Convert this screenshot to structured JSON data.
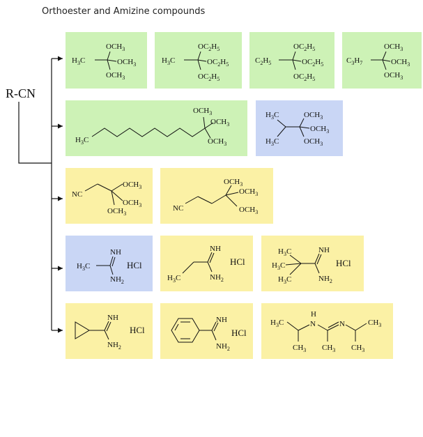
{
  "title": "Orthoester and Amizine compounds",
  "root_label": "R-CN",
  "colors": {
    "green": "#cdf2b6",
    "blue": "#c9d6f5",
    "yellow": "#fbf1a5"
  },
  "labels": {
    "och3": "OCH",
    "oc2h5": "OC",
    "h3c": "H",
    "c2h5": "C",
    "c3h7": "C",
    "sub2": "2",
    "sub3": "3",
    "sub5": "5",
    "sub7": "7",
    "h": "H",
    "c": "C",
    "o": "O",
    "nc": "NC",
    "nh": "NH",
    "nh2": "NH",
    "hcl": "HCl",
    "ch3": "CH",
    "n": "N"
  }
}
